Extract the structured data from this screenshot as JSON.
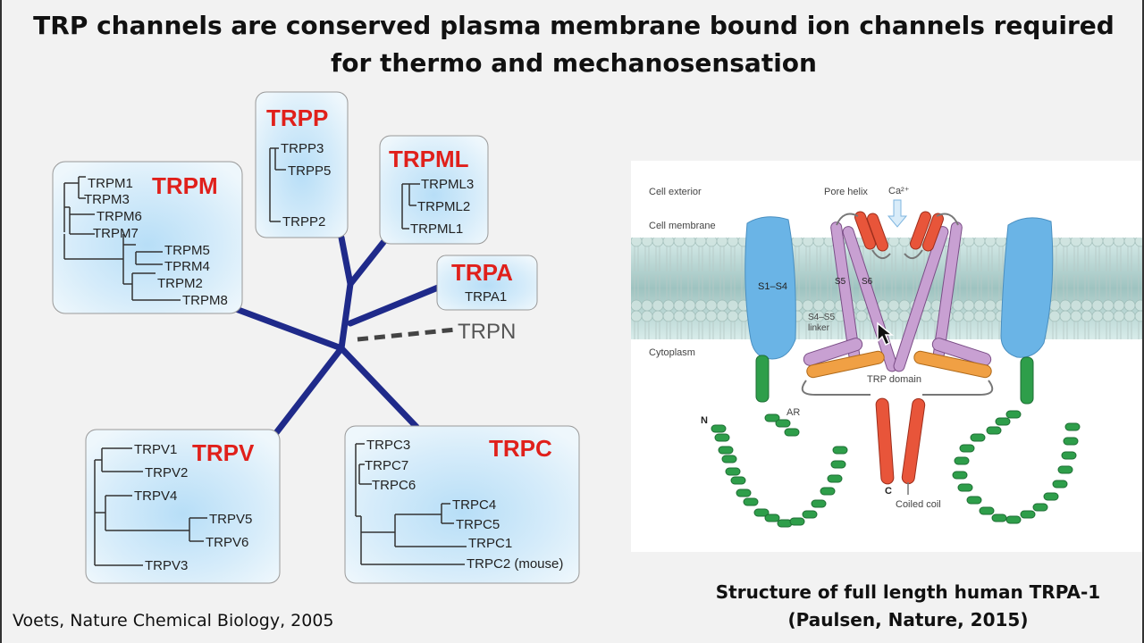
{
  "title": {
    "line1": "TRP channels are conserved plasma membrane bound ion channels required",
    "line2": "for thermo and mechanosensation"
  },
  "citation_left": "Voets, Nature Chemical Biology, 2005",
  "caption_right": {
    "line1": "Structure of full length human TRPA-1",
    "line2": "(Paulsen, Nature, 2015)"
  },
  "tree": {
    "trpn_label": "TRPN",
    "families": {
      "trpm": {
        "name": "TRPM",
        "members": [
          "TRPM1",
          "TRPM3",
          "TRPM6",
          "TRPM7",
          "TRPM5",
          "TPRM4",
          "TRPM2",
          "TRPM8"
        ]
      },
      "trpp": {
        "name": "TRPP",
        "members": [
          "TRPP3",
          "TRPP5",
          "TRPP2"
        ]
      },
      "trpml": {
        "name": "TRPML",
        "members": [
          "TRPML3",
          "TRPML2",
          "TRPML1"
        ]
      },
      "trpa": {
        "name": "TRPA",
        "members": [
          "TRPA1"
        ]
      },
      "trpv": {
        "name": "TRPV",
        "members": [
          "TRPV1",
          "TRPV2",
          "TRPV4",
          "TRPV5",
          "TRPV6",
          "TRPV3"
        ]
      },
      "trpc": {
        "name": "TRPC",
        "members": [
          "TRPC3",
          "TRPC7",
          "TRPC6",
          "TRPC4",
          "TRPC5",
          "TRPC1",
          "TRPC2 (mouse)"
        ]
      }
    }
  },
  "structure": {
    "labels": {
      "cell_exterior": "Cell exterior",
      "cell_membrane": "Cell membrane",
      "cytoplasm": "Cytoplasm",
      "pore_helix": "Pore helix",
      "ca": "Ca²⁺",
      "s1s4": "S1–S4",
      "s5": "S5",
      "s6": "S6",
      "s4s5_line1": "S4–S5",
      "s4s5_line2": "linker",
      "trp_domain": "TRP domain",
      "ar": "AR",
      "n": "N",
      "c": "C",
      "coiled_coil": "Coiled coil"
    }
  },
  "colors": {
    "branch": "#1f2a8a",
    "family_label": "#e0201b",
    "box_center": "#c8e6f8",
    "box_edge": "#e7f3fb",
    "helix_purple": "#c8a0d2",
    "helix_red": "#e8553a",
    "helix_orange": "#f0a044",
    "ankyrin_green": "#2e9e4a",
    "domain_blue": "#6ab4e6"
  }
}
